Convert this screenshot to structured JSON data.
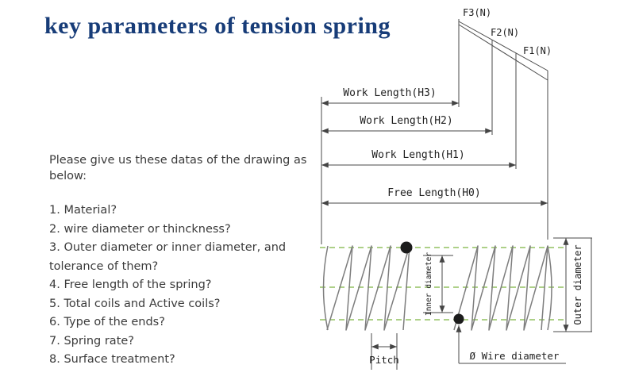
{
  "title": "key parameters of tension spring",
  "colors": {
    "title_navy": "#173c78",
    "centerline_green": "#7cb342",
    "drawing_line": "#4a4a4a"
  },
  "forces": {
    "f3": "F3(N)",
    "f2": "F2(N)",
    "f1": "F1(N)"
  },
  "dims": {
    "h3": "Work Length(H3)",
    "h2": "Work Length(H2)",
    "h1": "Work Length(H1)",
    "h0": "Free Length(H0)",
    "inner": "Inner diameter",
    "outer": "Outer diameter",
    "pitch": "Pitch",
    "wire": "Ø Wire diameter"
  },
  "notes": {
    "intro": "Please give us these datas of the drawing as below:",
    "items": [
      "1. Material?",
      "2. wire diameter or thinckness?",
      "3. Outer diameter or inner diameter, and  tolerance of them?",
      "4. Free length of the spring?",
      "5. Total coils and Active coils?",
      "6. Type of the ends?",
      "7. Spring rate?",
      "8. Surface treatment?"
    ]
  }
}
